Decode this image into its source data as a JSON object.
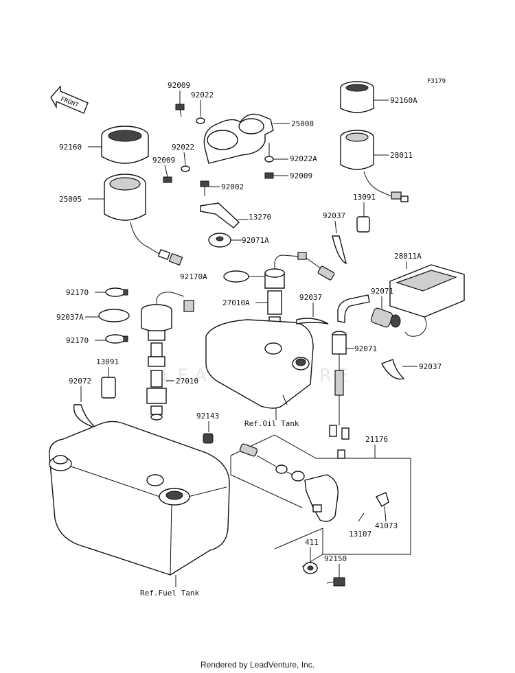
{
  "figure_code": "F3179",
  "front_arrow_text": "FRONT",
  "watermark": "LEADVENTURE",
  "footer": "Rendered by LeadVenture, Inc.",
  "parts": {
    "p92009_top": "92009",
    "p92022_top": "92022",
    "p25008": "25008",
    "p92160": "92160",
    "p92022_mid": "92022",
    "p92009_left": "92009",
    "p92022A": "92022A",
    "p92009_right": "92009",
    "p92002": "92002",
    "p25005": "25005",
    "p13270": "13270",
    "p92071A": "92071A",
    "p92160A": "92160A",
    "p28011": "28011",
    "p13091_right": "13091",
    "p92037_top": "92037",
    "p28011A": "28011A",
    "p92170A": "92170A",
    "p92170_top": "92170",
    "p92037A": "92037A",
    "p92170_bot": "92170",
    "p13091_left": "13091",
    "p92072": "92072",
    "p27010": "27010",
    "p27010A": "27010A",
    "p92037_mid": "92037",
    "p92071_top": "92071",
    "p92071_bot": "92071",
    "p92037_right": "92037",
    "p92143": "92143",
    "p21176": "21176",
    "p41073": "41073",
    "p13107": "13107",
    "p411": "411",
    "p92150": "92150"
  },
  "references": {
    "oil_tank": "Ref.Oil Tank",
    "fuel_tank": "Ref.Fuel Tank"
  }
}
